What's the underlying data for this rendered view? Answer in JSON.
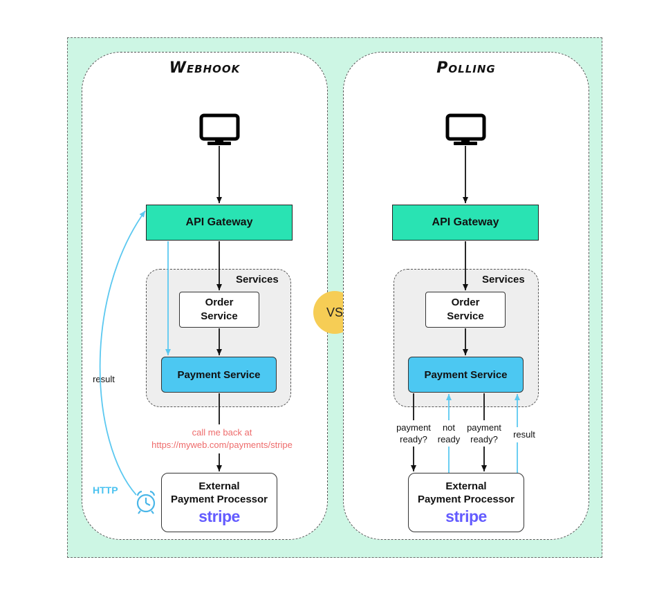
{
  "vs_label": "VS",
  "colors": {
    "background": "#cdf6e4",
    "gateway": "#29e3b3",
    "payment": "#4cc8f2",
    "stripe": "#635bff",
    "callback_note": "#ee6b6b",
    "vs_badge": "#f6cd55",
    "return_arrow": "#5bc8f0"
  },
  "webhook": {
    "title": "Webhook",
    "client_icon": "monitor-icon",
    "gateway_label": "API Gateway",
    "services_label": "Services",
    "order_service": [
      "Order",
      "Service"
    ],
    "payment_service": "Payment Service",
    "callback_note": [
      "call me back at",
      "https://myweb.com/payments/stripe"
    ],
    "external_processor": [
      "External",
      "Payment Processor"
    ],
    "stripe_logo": "stripe",
    "return_label": "result",
    "return_protocol": "HTTP",
    "timer_icon": "alarm-clock-icon"
  },
  "polling": {
    "title": "Polling",
    "client_icon": "monitor-icon",
    "gateway_label": "API Gateway",
    "services_label": "Services",
    "order_service": [
      "Order",
      "Service"
    ],
    "payment_service": "Payment Service",
    "external_processor": [
      "External",
      "Payment Processor"
    ],
    "stripe_logo": "stripe",
    "poll_labels": {
      "request_1": [
        "payment",
        "ready?"
      ],
      "response_1": [
        "not",
        "ready"
      ],
      "request_2": [
        "payment",
        "ready?"
      ],
      "response_2": "result"
    }
  }
}
